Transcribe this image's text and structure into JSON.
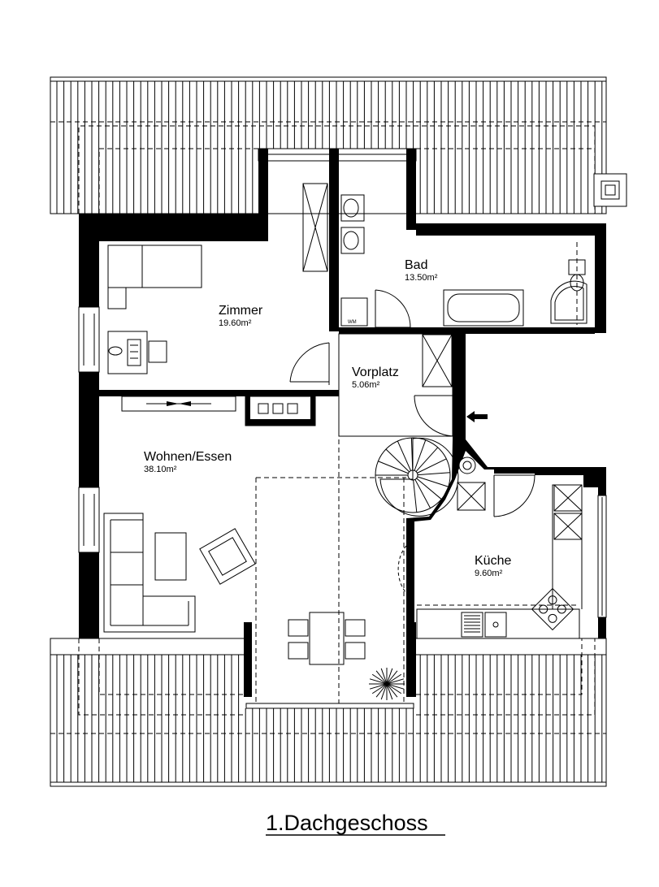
{
  "title": "1.Dachgeschoss",
  "rooms": {
    "zimmer": {
      "name": "Zimmer",
      "area": "19.60m²"
    },
    "bad": {
      "name": "Bad",
      "area": "13.50m²"
    },
    "vorplatz": {
      "name": "Vorplatz",
      "area": "5.06m²"
    },
    "wohnen": {
      "name": "Wohnen/Essen",
      "area": "38.10m²"
    },
    "kueche": {
      "name": "Küche",
      "area": "9.60m²"
    }
  },
  "fixture_labels": {
    "wm": "WM"
  },
  "colors": {
    "ink": "#000000",
    "paper": "#ffffff"
  }
}
